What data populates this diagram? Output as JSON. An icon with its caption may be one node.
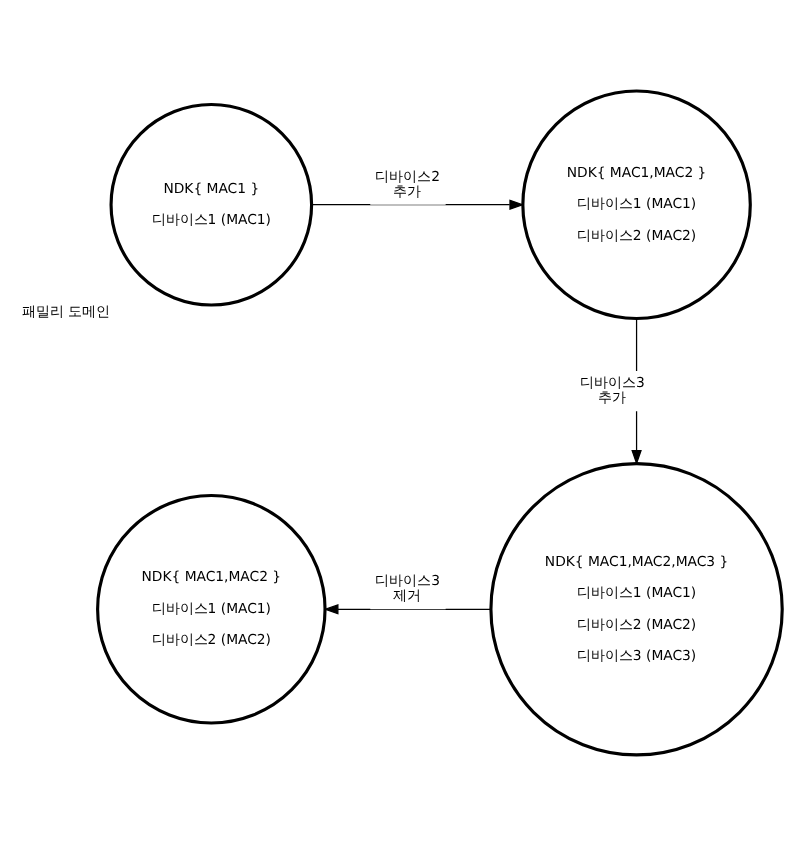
{
  "diagram": {
    "nodes": [
      {
        "text": [
          "NDK{ MAC1 }",
          "디바이스1 (MAC1)"
        ],
        "beside": [
          "패밀리 도메인"
        ]
      },
      {
        "text": [
          "NDK{ MAC1,MAC2 }",
          "디바이스1 (MAC1)",
          "디바이스2 (MAC2)"
        ]
      },
      {
        "text": [
          "NDK{ MAC1,MAC2,MAC3 }",
          "디바이스1 (MAC1)",
          "디바이스2 (MAC2)",
          "디바이스3 (MAC3)"
        ]
      },
      {
        "text": [
          "NDK{ MAC1,MAC2 }",
          "디바이스1 (MAC1)",
          "디바이스2 (MAC2)"
        ]
      }
    ],
    "edges": [
      {
        "from": 0,
        "to": 1,
        "arrow": "to",
        "label": "디바이스2 추가"
      },
      {
        "from": 1,
        "to": 2,
        "arrow": "to",
        "label": "디바이스3 추가"
      },
      {
        "from": 2,
        "to": 3,
        "arrow": "to",
        "label": "디바이스3 제거"
      }
    ]
  }
}
